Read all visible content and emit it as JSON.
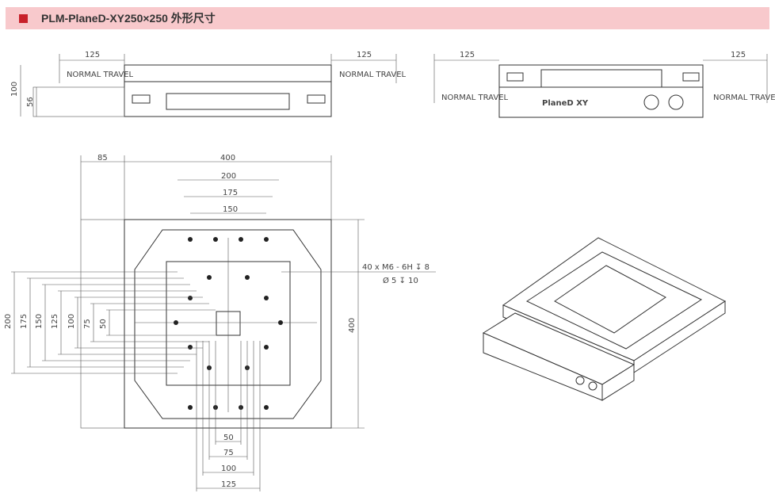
{
  "header": {
    "title": "PLM-PlaneD-XY250×250 外形尺寸",
    "accent": "#c8202a",
    "background": "#f8c9cc"
  },
  "side_view_left": {
    "travel_left": "125",
    "travel_right": "125",
    "travel_label": "NORMAL TRAVEL",
    "height_total": "100",
    "height_block": "56"
  },
  "side_view_right": {
    "travel_left": "125",
    "travel_right": "125",
    "travel_label": "NORMAL TRAVEL",
    "logo": "PlaneD XY"
  },
  "top_view": {
    "dim_carriage": "85",
    "dim_width": "400",
    "dim_height": "400",
    "top_dims": [
      "200",
      "175",
      "150"
    ],
    "left_dims": [
      "200",
      "175",
      "150",
      "125",
      "100",
      "75",
      "50"
    ],
    "bottom_dims": [
      "50",
      "75",
      "100",
      "125"
    ],
    "hole_spec_line1": "40 x M6 - 6H ↧ 8",
    "hole_spec_line2": "Ø 5 ↧ 10"
  }
}
